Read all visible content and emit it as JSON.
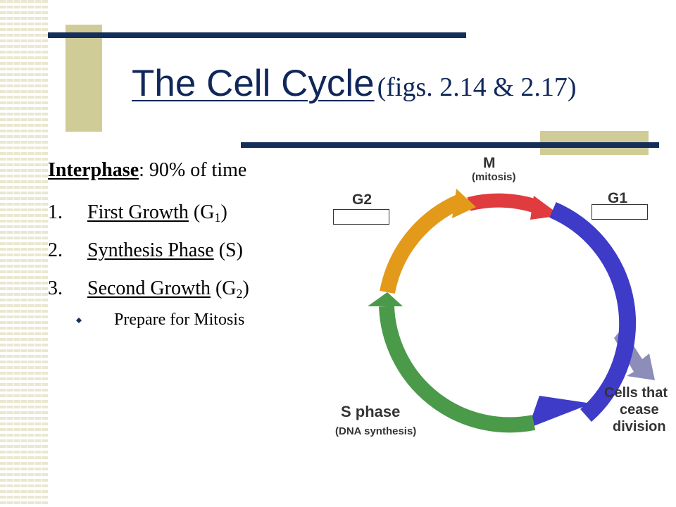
{
  "slide": {
    "title_main": "The Cell Cycle",
    "title_sub": "(figs. 2.14 & 2.17)"
  },
  "content": {
    "heading": "Interphase",
    "heading_rest": ": 90% of time",
    "items": [
      {
        "number": "1.",
        "label": "First Growth",
        "prefix": "(G",
        "subscript": "1",
        "suffix": ")"
      },
      {
        "number": "2.",
        "label": "Synthesis Phase",
        "text": "(S)"
      },
      {
        "number": "3.",
        "label": "Second Growth",
        "prefix": "(G",
        "subscript": "2",
        "suffix": ")"
      }
    ],
    "bullet": "Prepare for Mitosis"
  },
  "diagram": {
    "labels": {
      "m": "M",
      "m_sub": "(mitosis)",
      "g1": "G1",
      "g2": "G2",
      "s": "S phase",
      "s_sub": "(DNA synthesis)",
      "exit_line1": "Cells that",
      "exit_line2": "cease",
      "exit_line3": "division"
    },
    "colors": {
      "m": "#e03b3e",
      "g1": "#3f3bc9",
      "s": "#4a9a4a",
      "g2": "#e39a1a",
      "exit": "#8c8db8"
    }
  },
  "theme": {
    "title_color": "#10275a",
    "bar_color": "#14305a",
    "accent_tan": "#d0cc97"
  }
}
